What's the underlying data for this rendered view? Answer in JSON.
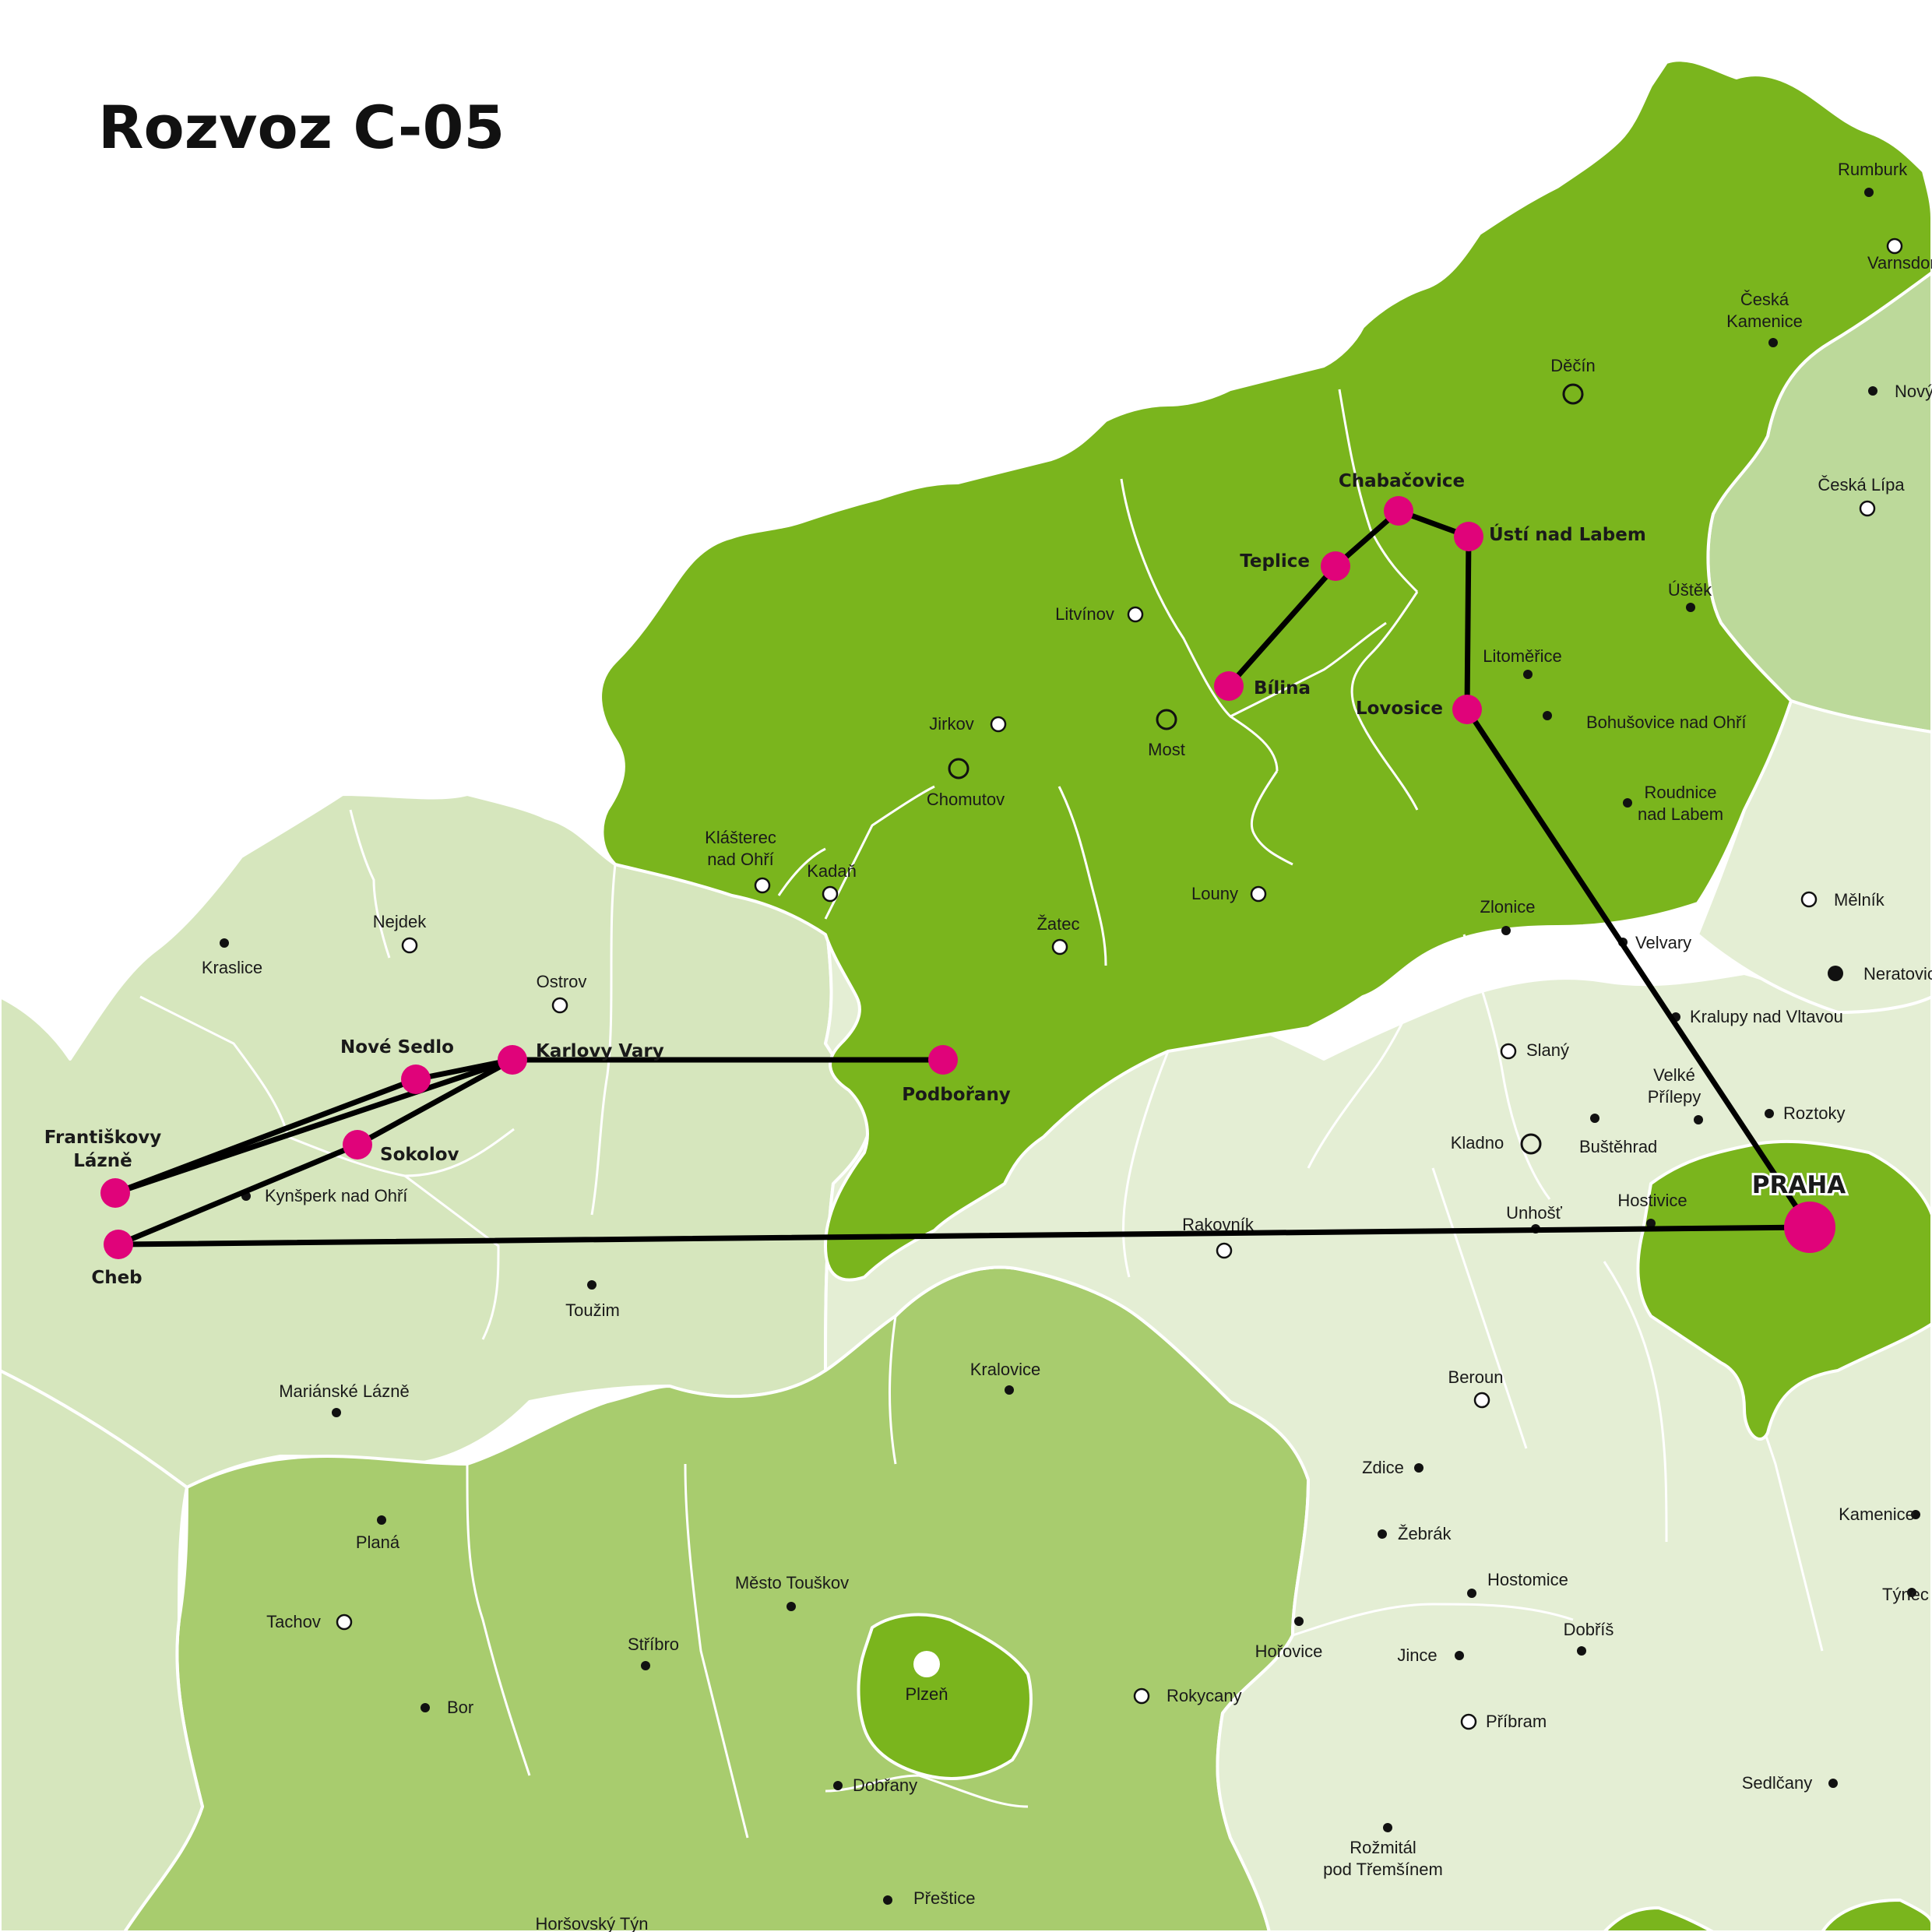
{
  "title": "Rozvoz C-05",
  "colors": {
    "route": "#000000",
    "stop": "#e0037a",
    "zone_dark": "#7ab51d",
    "zone_mid": "#a8cc6e",
    "zone_light": "#d6e6bd",
    "zone_pale": "#e4eed4",
    "zone_soft": "#bcd99a"
  },
  "stops": [
    {
      "id": "frantiskovy-lazne",
      "label1": "Františkovy",
      "label2": "Lázně"
    },
    {
      "id": "cheb",
      "label1": "Cheb"
    },
    {
      "id": "sokolov",
      "label1": "Sokolov"
    },
    {
      "id": "nove-sedlo",
      "label1": "Nové Sedlo"
    },
    {
      "id": "karlovy-vary",
      "label1": "Karlovy Vary"
    },
    {
      "id": "podborany",
      "label1": "Podbořany"
    },
    {
      "id": "bilina",
      "label1": "Bílina"
    },
    {
      "id": "teplice",
      "label1": "Teplice"
    },
    {
      "id": "chabacovice",
      "label1": "Chabačovice"
    },
    {
      "id": "usti-nad-labem",
      "label1": "Ústí nad Labem"
    },
    {
      "id": "lovosice",
      "label1": "Lovosice"
    },
    {
      "id": "praha",
      "label1": "PRAHA"
    }
  ],
  "cities": [
    {
      "id": "rumburk",
      "label1": "Rumburk",
      "marker": "dot"
    },
    {
      "id": "varnsdorf",
      "label1": "Varnsdor",
      "marker": "ring"
    },
    {
      "id": "ceska-kamenice",
      "label1": "Česká",
      "label2": "Kamenice",
      "marker": "dot"
    },
    {
      "id": "novy-bor",
      "label1": "Nový",
      "marker": "dot"
    },
    {
      "id": "decin",
      "label1": "Děčín",
      "marker": "ring-big"
    },
    {
      "id": "ceska-lipa",
      "label1": "Česká Lípa",
      "marker": "ring"
    },
    {
      "id": "ustek",
      "label1": "Úštěk",
      "marker": "dot"
    },
    {
      "id": "litomerice",
      "label1": "Litoměřice",
      "marker": "dot"
    },
    {
      "id": "bohusovice",
      "label1": "Bohušovice nad Ohří",
      "marker": "dot"
    },
    {
      "id": "roudnice",
      "label1": "Roudnice",
      "label2": "nad Labem",
      "marker": "dot"
    },
    {
      "id": "litvinov",
      "label1": "Litvínov",
      "marker": "ring"
    },
    {
      "id": "jirkov",
      "label1": "Jirkov",
      "marker": "ring"
    },
    {
      "id": "most",
      "label1": "Most",
      "marker": "ring-big"
    },
    {
      "id": "chomutov",
      "label1": "Chomutov",
      "marker": "ring-big"
    },
    {
      "id": "klasterec",
      "label1": "Klášterec",
      "label2": "nad Ohří",
      "marker": "ring"
    },
    {
      "id": "kadan",
      "label1": "Kadaň",
      "marker": "ring"
    },
    {
      "id": "louny",
      "label1": "Louny",
      "marker": "ring"
    },
    {
      "id": "zatec",
      "label1": "Žatec",
      "marker": "ring"
    },
    {
      "id": "zlonice",
      "label1": "Zlonice",
      "marker": "dot"
    },
    {
      "id": "velvary",
      "label1": "Velvary",
      "marker": "dot"
    },
    {
      "id": "melnik",
      "label1": "Mělník",
      "marker": "ring"
    },
    {
      "id": "neratovice",
      "label1": "Neratovic",
      "marker": "dot-big"
    },
    {
      "id": "kralupy",
      "label1": "Kralupy nad Vltavou",
      "marker": "dot"
    },
    {
      "id": "slany",
      "label1": "Slaný",
      "marker": "ring"
    },
    {
      "id": "velke-prilepy",
      "label1": "Velké",
      "label2": "Přílepy",
      "marker": "dot"
    },
    {
      "id": "roztoky",
      "label1": "Roztoky",
      "marker": "dot"
    },
    {
      "id": "kladno",
      "label1": "Kladno",
      "marker": "ring-big"
    },
    {
      "id": "bustehrad",
      "label1": "Buštěhrad",
      "marker": "dot"
    },
    {
      "id": "unhost",
      "label1": "Unhošť",
      "marker": "dot"
    },
    {
      "id": "hostivice",
      "label1": "Hostivice",
      "marker": "dot"
    },
    {
      "id": "rakovnik",
      "label1": "Rakovník",
      "marker": "ring"
    },
    {
      "id": "nejdek",
      "label1": "Nejdek",
      "marker": "ring"
    },
    {
      "id": "kraslice",
      "label1": "Kraslice",
      "marker": "dot"
    },
    {
      "id": "ostrov",
      "label1": "Ostrov",
      "marker": "ring"
    },
    {
      "id": "kynsperk",
      "label1": "Kynšperk nad Ohří",
      "marker": "dot"
    },
    {
      "id": "touzim",
      "label1": "Toužim",
      "marker": "dot"
    },
    {
      "id": "marianske-lazne",
      "label1": "Mariánské Lázně",
      "marker": "dot"
    },
    {
      "id": "kralovice",
      "label1": "Kralovice",
      "marker": "dot"
    },
    {
      "id": "beroun",
      "label1": "Beroun",
      "marker": "ring"
    },
    {
      "id": "zdice",
      "label1": "Zdice",
      "marker": "dot"
    },
    {
      "id": "zebrak",
      "label1": "Žebrák",
      "marker": "dot"
    },
    {
      "id": "kamenice",
      "label1": "Kamenice",
      "marker": "dot"
    },
    {
      "id": "hostomice",
      "label1": "Hostomice",
      "marker": "dot"
    },
    {
      "id": "tynec",
      "label1": "Týnec",
      "marker": "dot"
    },
    {
      "id": "plana",
      "label1": "Planá",
      "marker": "dot"
    },
    {
      "id": "mesto-touskov",
      "label1": "Město Touškov",
      "marker": "dot"
    },
    {
      "id": "tachov",
      "label1": "Tachov",
      "marker": "ring"
    },
    {
      "id": "stribro",
      "label1": "Stříbro",
      "marker": "dot"
    },
    {
      "id": "horovice",
      "label1": "Hořovice",
      "marker": "dot"
    },
    {
      "id": "jince",
      "label1": "Jince",
      "marker": "dot"
    },
    {
      "id": "dobris",
      "label1": "Dobříš",
      "marker": "dot"
    },
    {
      "id": "plzen",
      "label1": "Plzeň",
      "marker": "white-big"
    },
    {
      "id": "bor",
      "label1": "Bor",
      "marker": "dot"
    },
    {
      "id": "rokycany",
      "label1": "Rokycany",
      "marker": "ring"
    },
    {
      "id": "pribram",
      "label1": "Příbram",
      "marker": "ring"
    },
    {
      "id": "dobrany",
      "label1": "Dobřany",
      "marker": "dot"
    },
    {
      "id": "sedlcany",
      "label1": "Sedlčany",
      "marker": "dot"
    },
    {
      "id": "rozmital",
      "label1": "Rožmitál",
      "label2": "pod Třemšínem",
      "marker": "dot"
    },
    {
      "id": "prestice",
      "label1": "Přeštice",
      "marker": "dot"
    },
    {
      "id": "horsovsky-tyn",
      "label1": "Horšovský Týn",
      "marker": "dot"
    }
  ]
}
